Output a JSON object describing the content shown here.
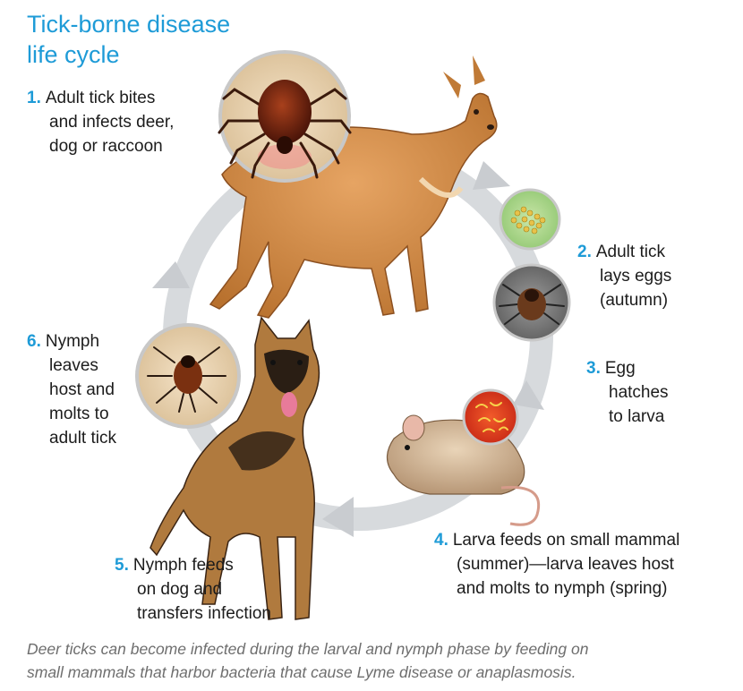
{
  "title": {
    "line1": "Tick-borne disease",
    "line2": "life cycle"
  },
  "steps": [
    {
      "num": "1.",
      "lines": [
        "Adult tick bites",
        "and infects deer,",
        "dog or raccoon"
      ]
    },
    {
      "num": "2.",
      "lines": [
        "Adult tick",
        "lays eggs",
        "(autumn)"
      ]
    },
    {
      "num": "3.",
      "lines": [
        "Egg",
        "hatches",
        "to larva"
      ]
    },
    {
      "num": "4.",
      "lines": [
        "Larva feeds on small mammal",
        "(summer)—larva leaves host",
        "and molts to nymph (spring)"
      ]
    },
    {
      "num": "5.",
      "lines": [
        "Nymph feeds",
        "on dog and",
        "transfers infection"
      ]
    },
    {
      "num": "6.",
      "lines": [
        "Nymph",
        "leaves",
        "host and",
        "molts to",
        "adult tick"
      ]
    }
  ],
  "caption": {
    "line1": "Deer ticks can become infected during the larval and nymph phase by feeding on",
    "line2": "small mammals that harbor bacteria that cause Lyme disease or anaplasmosis."
  },
  "colors": {
    "accent": "#1e9bd7",
    "text": "#1c1c1c",
    "caption": "#6e6e6e",
    "cycle_arrow": "#d4d7db"
  }
}
